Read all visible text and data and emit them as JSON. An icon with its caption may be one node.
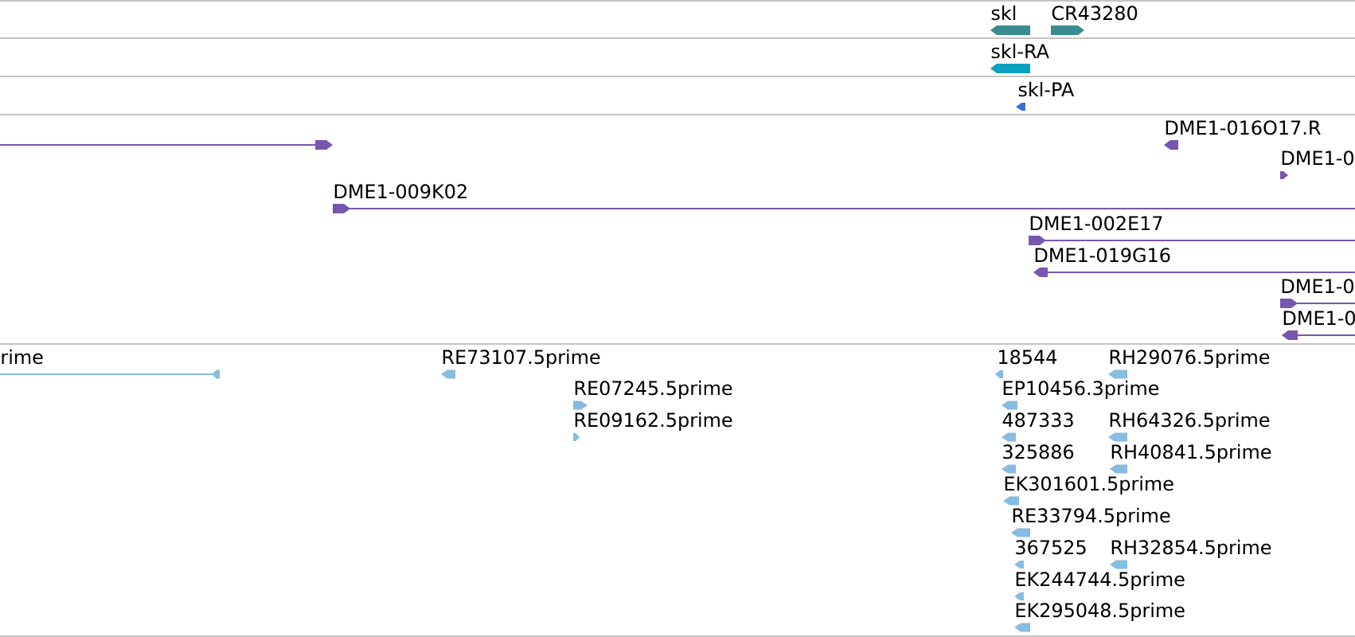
{
  "diagram": {
    "nodes": [
      {
        "text": [
          "skl"
        ]
      },
      {
        "text": [
          "CR43280"
        ]
      },
      {
        "text": [
          "skl-RA"
        ]
      },
      {
        "text": [
          "skl-PA"
        ]
      },
      {
        "text": [],
        "shape": "bar"
      },
      {
        "text": [
          "DME1-016O17.R"
        ]
      },
      {
        "text": [
          "DME1-0"
        ]
      },
      {
        "text": [
          "DME1-009K02"
        ]
      },
      {
        "text": [
          "DME1-002E17"
        ]
      },
      {
        "text": [
          "DME1-019G16"
        ]
      },
      {
        "text": [
          "DME1-0"
        ]
      },
      {
        "text": [
          "DME1-0"
        ]
      },
      {
        "text": [
          "rime"
        ]
      },
      {
        "text": [
          "RE73107.5prime"
        ]
      },
      {
        "text": [
          "RE07245.5prime"
        ]
      },
      {
        "text": [
          "RE09162.5prime"
        ]
      },
      {
        "text": [
          "18544"
        ]
      },
      {
        "text": [
          "RH29076.5prime"
        ]
      },
      {
        "text": [
          "EP10456.3prime"
        ]
      },
      {
        "text": [
          "487333"
        ]
      },
      {
        "text": [
          "RH64326.5prime"
        ]
      },
      {
        "text": [
          "325886"
        ]
      },
      {
        "text": [
          "RH40841.5prime"
        ]
      },
      {
        "text": [
          "EK301601.5prime"
        ]
      },
      {
        "text": [
          "RE33794.5prime"
        ]
      },
      {
        "text": [
          "367525"
        ]
      },
      {
        "text": [
          "RH32854.5prime"
        ]
      },
      {
        "text": [
          "EK244744.5prime"
        ]
      },
      {
        "text": [
          "EK295048.5prime"
        ]
      }
    ]
  }
}
